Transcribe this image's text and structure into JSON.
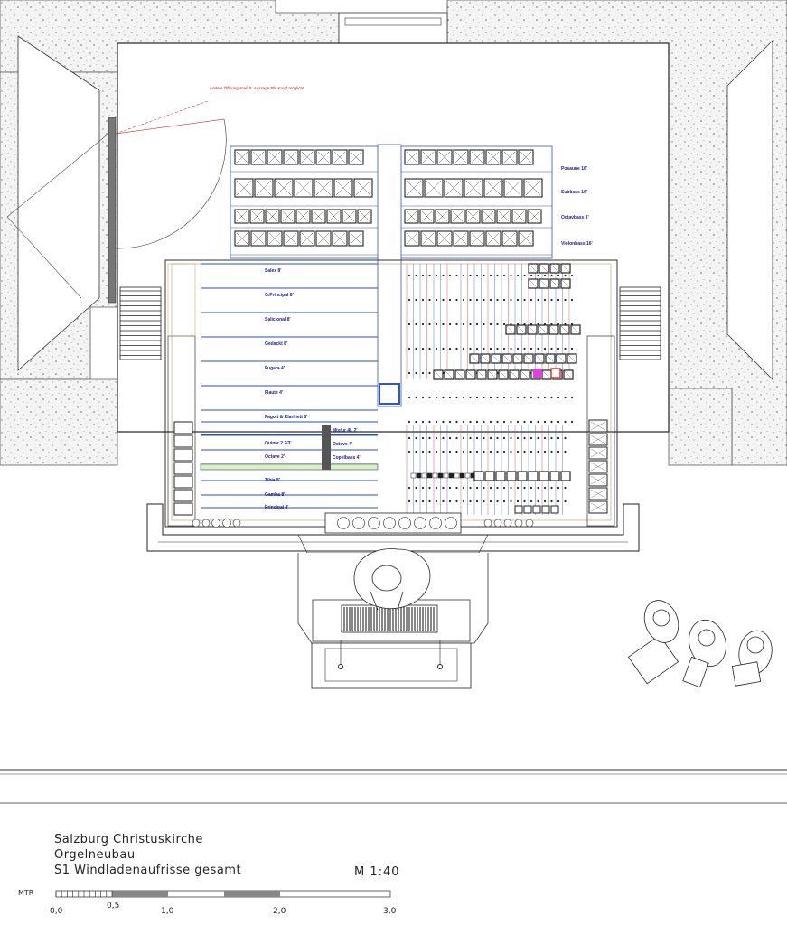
{
  "drawing": {
    "opening_note": "weitere Öffnungsmaß lt. Aussage Pfr. Krupf möglich!",
    "registers_back": [
      "Posaune 16'",
      "Subbass 16'",
      "Octavbass 8'",
      "Violonbass 16'"
    ],
    "registers_upper": [
      "Salex 8'",
      "G.Principal 8'",
      "Salicional 8'",
      "Gedackt 8'",
      "Fugara 4'",
      "Flaute 4'",
      "Fagott & Klarinett 8'"
    ],
    "registers_lower": [
      "Quinte 2 2/3'",
      "Octave 2'",
      "Tibia 8'",
      "Gamba 8'",
      "Principal 8'"
    ],
    "registers_lower_right": [
      "Mixtur 4f. 2'",
      "Octave 4'",
      "Copelbass 4'"
    ]
  },
  "title_block": {
    "line1": "Salzburg Christuskirche",
    "line2": "Orgelneubau",
    "line3": "S1 Windladenaufrisse gesamt",
    "scale": "M 1:40",
    "unit": "MTR",
    "ticks": [
      "0,0",
      "0,5",
      "1,0",
      "2,0",
      "3,0"
    ]
  }
}
